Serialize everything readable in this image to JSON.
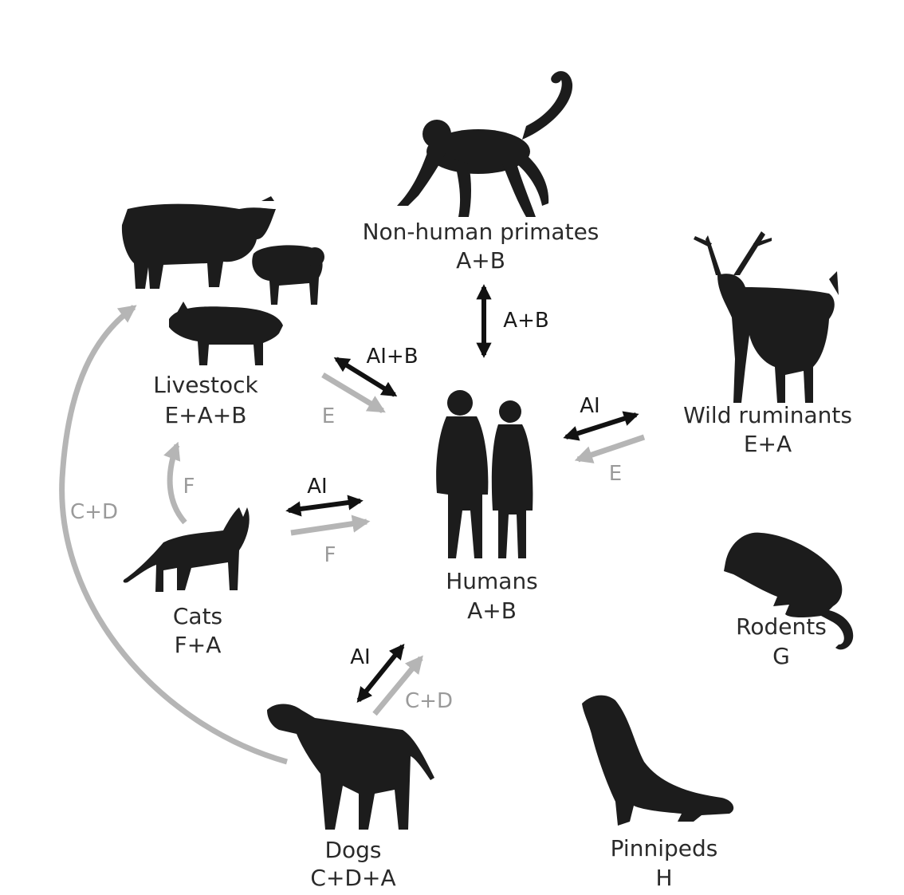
{
  "colors": {
    "silhouette": "#1c1c1c",
    "text": "#2a2a2a",
    "bidirectional": "#111111",
    "unidirectional": "#b5b5b5",
    "gray_label": "#9a9a9a"
  },
  "nodes": {
    "primates": {
      "name": "Non-human primates",
      "genotypes": "A+B",
      "icon": "monkey-icon"
    },
    "livestock": {
      "name": "Livestock",
      "genotypes": "E+A+B",
      "icon": "livestock-icon"
    },
    "ruminants": {
      "name": "Wild ruminants",
      "genotypes": "E+A",
      "icon": "deer-icon"
    },
    "humans": {
      "name": "Humans",
      "genotypes": "A+B",
      "icon": "humans-icon"
    },
    "cats": {
      "name": "Cats",
      "genotypes": "F+A",
      "icon": "cat-icon"
    },
    "rodents": {
      "name": "Rodents",
      "genotypes": "G",
      "icon": "rat-icon"
    },
    "dogs": {
      "name": "Dogs",
      "genotypes": "C+D+A",
      "icon": "dog-icon"
    },
    "pinnipeds": {
      "name": "Pinnipeds",
      "genotypes": "H",
      "icon": "seal-icon"
    }
  },
  "edges": {
    "primates_humans": {
      "label": "A+B",
      "direction": "bidirectional"
    },
    "livestock_humans_bi": {
      "label": "AI+B",
      "direction": "bidirectional"
    },
    "livestock_humans": {
      "label": "E",
      "direction": "to-humans"
    },
    "ruminants_humans_bi": {
      "label": "AI",
      "direction": "bidirectional"
    },
    "ruminants_humans": {
      "label": "E",
      "direction": "to-humans"
    },
    "cats_humans_bi": {
      "label": "AI",
      "direction": "bidirectional"
    },
    "cats_humans": {
      "label": "F",
      "direction": "to-humans"
    },
    "cats_livestock": {
      "label": "F",
      "direction": "to-livestock"
    },
    "dogs_humans_bi": {
      "label": "AI",
      "direction": "bidirectional"
    },
    "dogs_humans": {
      "label": "C+D",
      "direction": "to-humans"
    },
    "dogs_livestock": {
      "label": "C+D",
      "direction": "to-livestock"
    }
  }
}
